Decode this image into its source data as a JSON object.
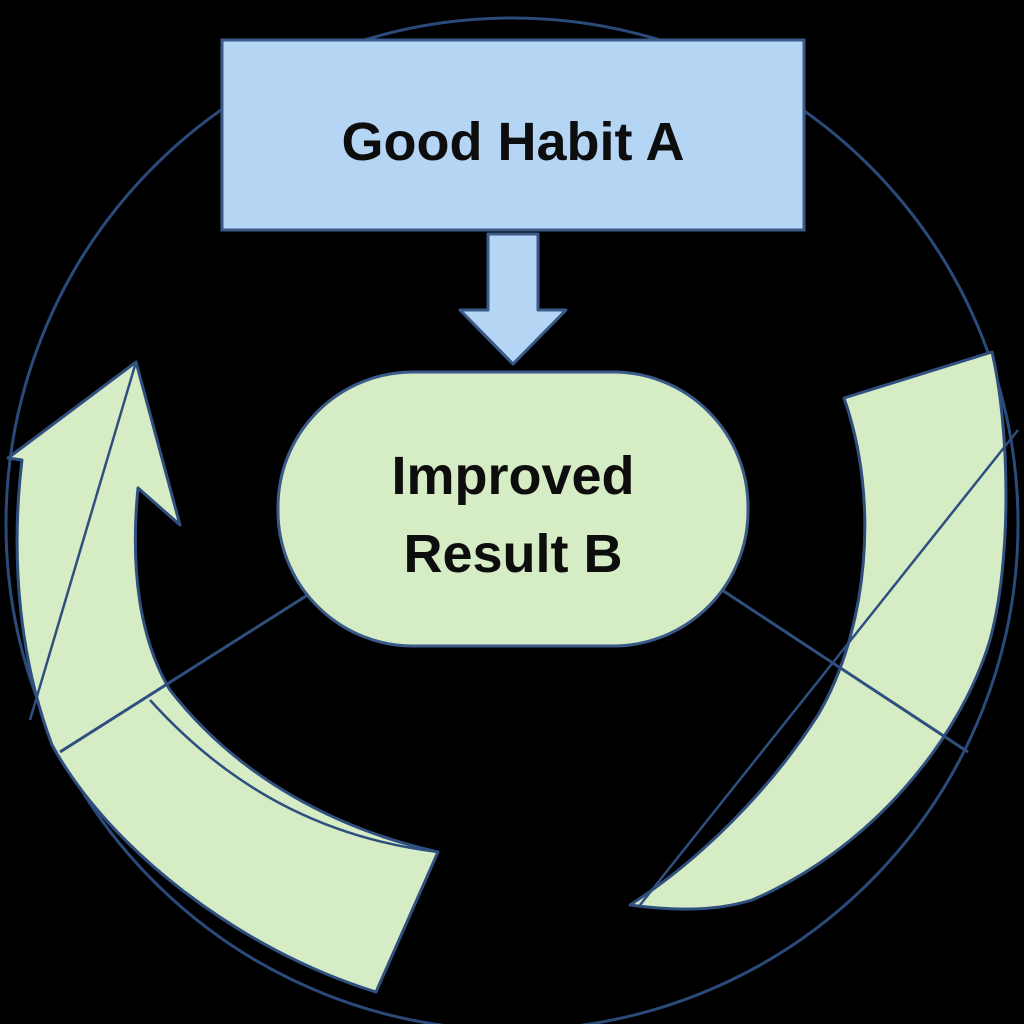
{
  "diagram": {
    "type": "habit-loop",
    "top_box": {
      "label": "Good Habit A"
    },
    "center_node": {
      "line1": "Improved",
      "line2": "Result B"
    },
    "colors": {
      "background": "#000000",
      "circle_stroke": "#2a4a7a",
      "box_fill": "#b5d5f5",
      "box_stroke": "#3a5a8a",
      "node_fill": "#d6ecc4",
      "node_stroke": "#3a5a8a",
      "arrow_down_fill": "#b5d5f5",
      "cycle_arrow_fill": "#d6ecc4",
      "cycle_arrow_stroke": "#2f4f7f",
      "text": "#0d0d0d"
    }
  }
}
